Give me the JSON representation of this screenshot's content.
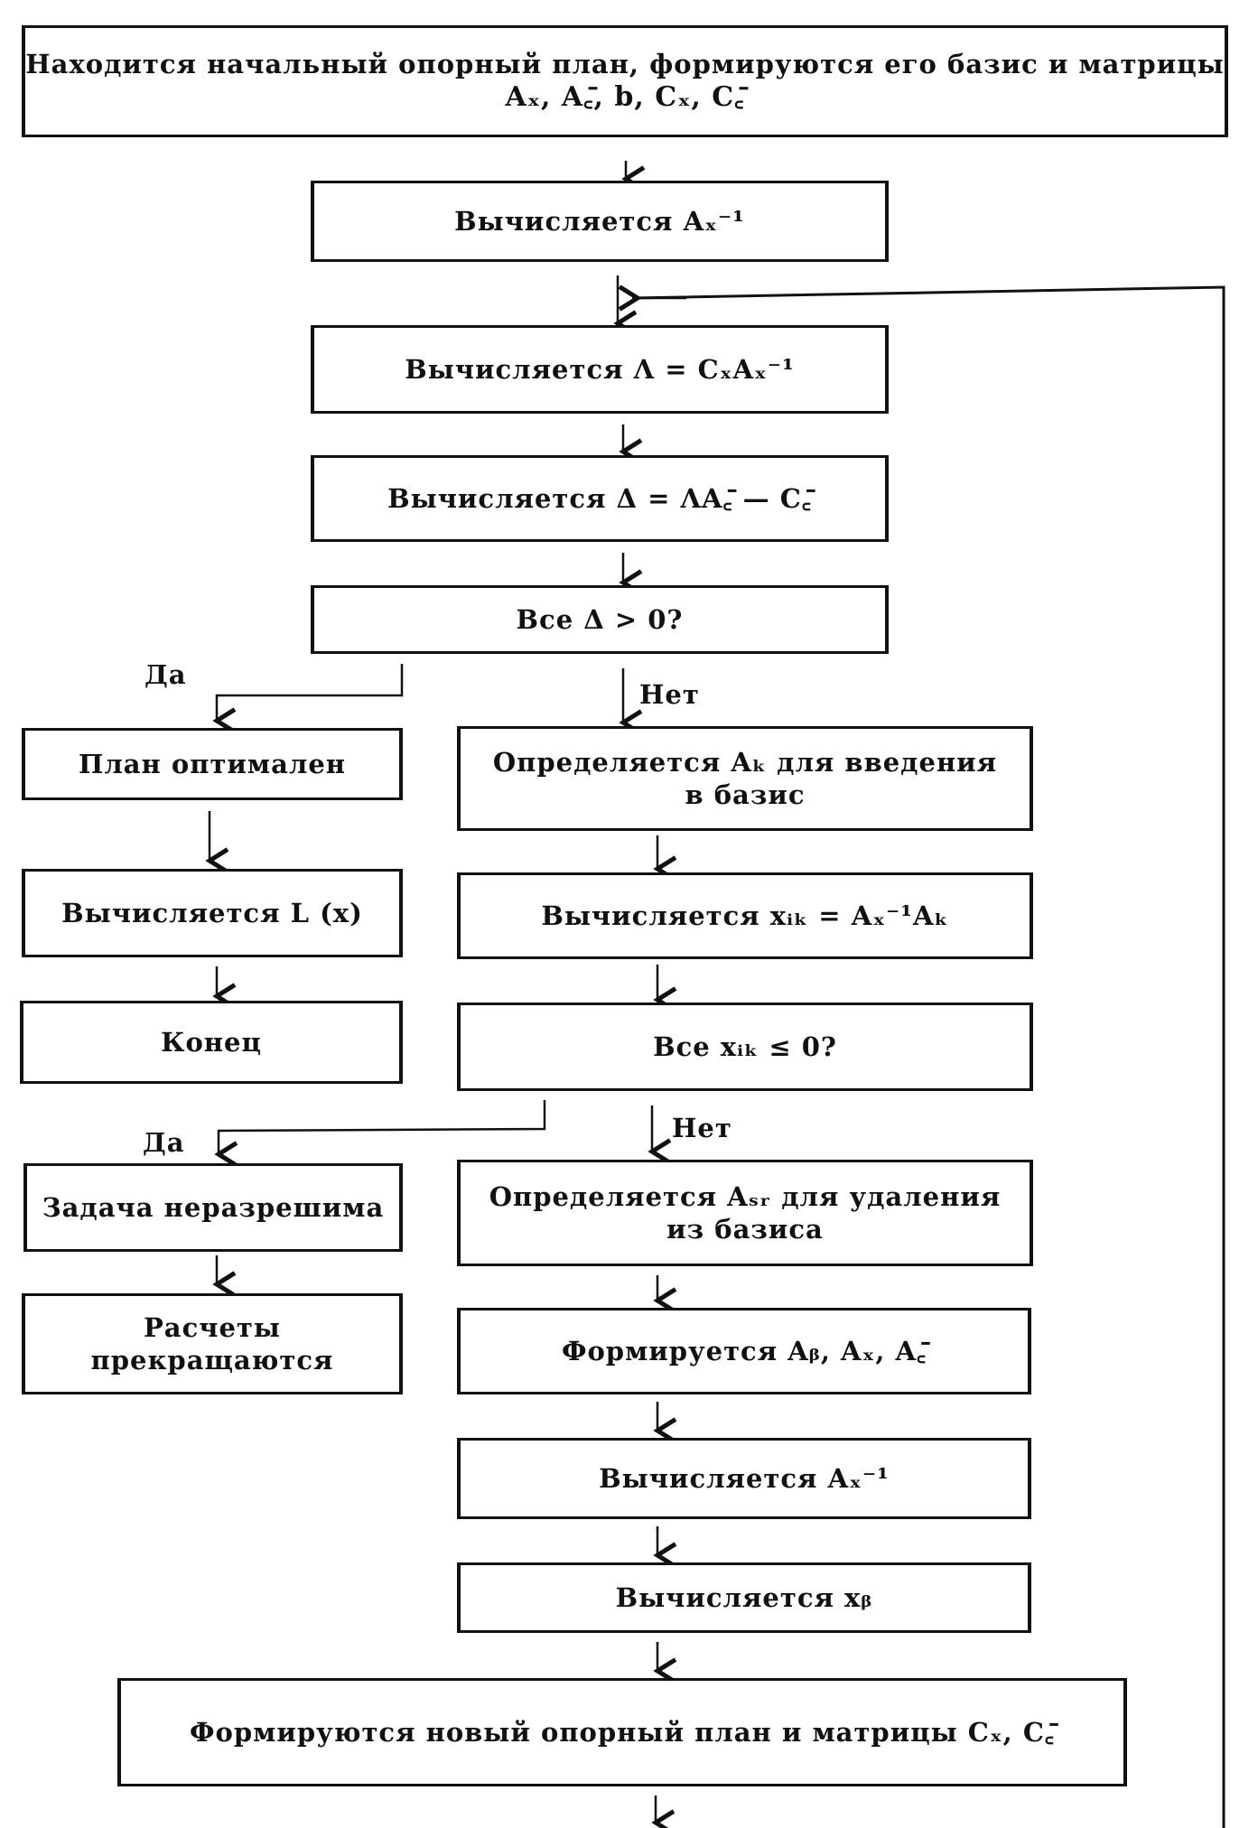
{
  "flowchart": {
    "nodes": [
      {
        "id": "start",
        "text": "Находится начальный опорный план, формируются его базис и матрицы",
        "math": "Aₓ, A꜀̄, b, Cₓ, C꜀̄"
      },
      {
        "id": "inv1",
        "text": "Вычисляется Aₓ⁻¹"
      },
      {
        "id": "lambda",
        "text": "Вычисляется Λ = CₓAₓ⁻¹"
      },
      {
        "id": "delta",
        "text": "Вычисляется Δ = ΛA꜀̄ — C꜀̄"
      },
      {
        "id": "check_delta",
        "text": "Все Δ > 0?"
      },
      {
        "id": "optimal",
        "text": "План оптимален"
      },
      {
        "id": "calc_L",
        "text": "Вычисляется L (x)"
      },
      {
        "id": "end",
        "text": "Конец"
      },
      {
        "id": "choose_k",
        "text": "Определяется Aₖ для введения",
        "text2": "в базис"
      },
      {
        "id": "calc_xik",
        "text": "Вычисляется xᵢₖ = Aₓ⁻¹Aₖ"
      },
      {
        "id": "check_xik",
        "text": "Все xᵢₖ ≤ 0?"
      },
      {
        "id": "unsolvable",
        "text": "Задача неразрешима"
      },
      {
        "id": "stop",
        "text": "Расчеты",
        "text2": "прекращаются"
      },
      {
        "id": "choose_sr",
        "text": "Определяется Aₛᵣ для удаления",
        "text2": "из базиса"
      },
      {
        "id": "form",
        "text": "Формируется Aᵦ, Aₓ, A꜀̄"
      },
      {
        "id": "inv2",
        "text": "Вычисляется Aₓ⁻¹"
      },
      {
        "id": "calc_xb",
        "text": "Вычисляется xᵦ"
      },
      {
        "id": "new_plan",
        "text": "Формируются новый опорный план и матрицы Cₓ, C꜀̄"
      }
    ],
    "labels": {
      "yes1": "Да",
      "no1": "Нет",
      "yes2": "Да",
      "no2": "Нет"
    }
  }
}
